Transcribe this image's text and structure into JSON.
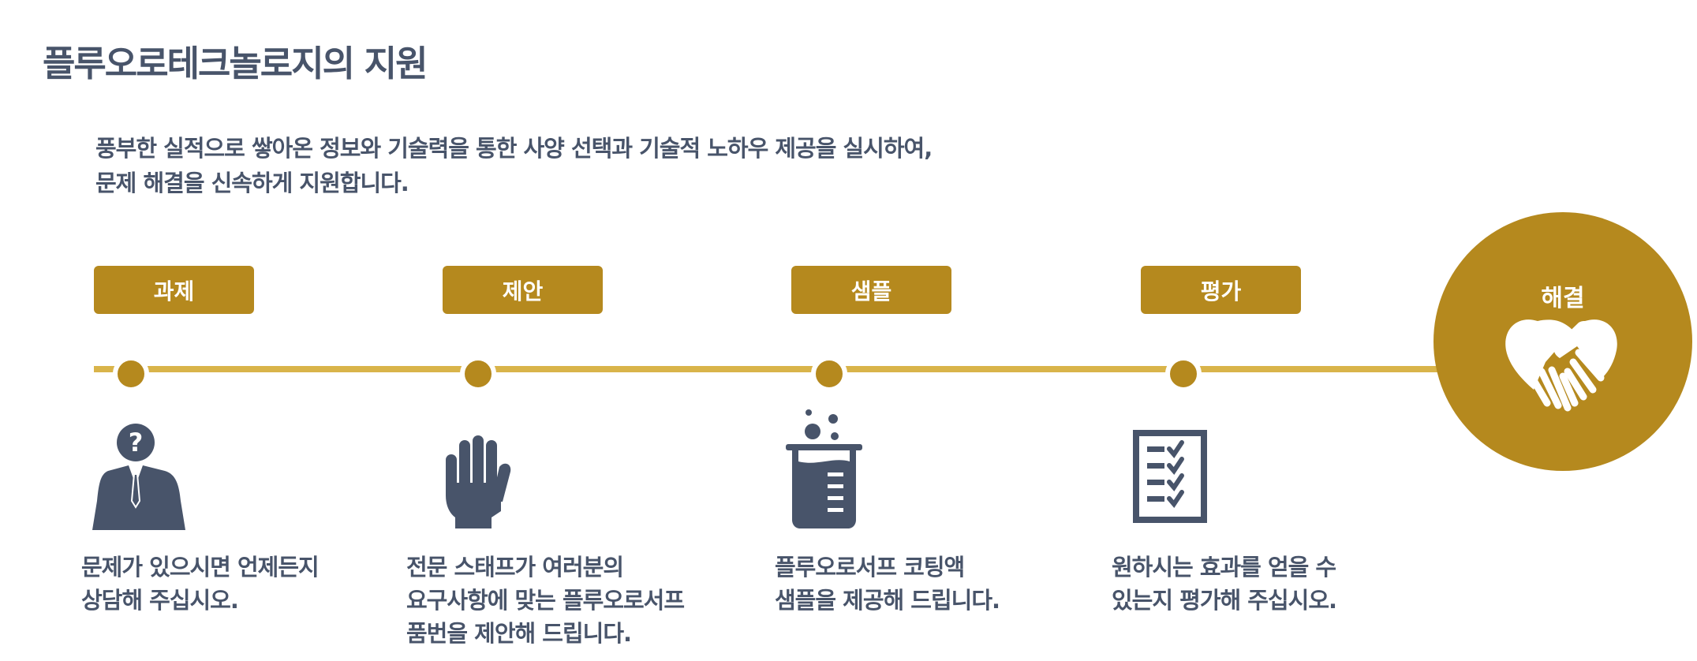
{
  "title": "플루오로테크놀로지의 지원",
  "intro": {
    "line1": "풍부한 실적으로 쌓아온 정보와 기술력을 통한 사양 선택과 기술적 노하우 제공을 실시하여,",
    "line2": "문제 해결을 신속하게 지원합니다."
  },
  "steps": [
    {
      "label": "과제",
      "icon": "consultant-question-icon",
      "desc": [
        "문제가 있으시면 언제든지",
        "상담해 주십시오."
      ]
    },
    {
      "label": "제안",
      "icon": "hand-icon",
      "desc": [
        "전문 스태프가 여러분의",
        "요구사항에 맞는 플루오로서프",
        "품번을 제안해 드립니다."
      ]
    },
    {
      "label": "샘플",
      "icon": "beaker-icon",
      "desc": [
        "플루오로서프 코팅액",
        "샘플을 제공해 드립니다."
      ]
    },
    {
      "label": "평가",
      "icon": "checklist-icon",
      "desc": [
        "원하시는 효과를 얻을 수",
        "있는지 평가해 주십시오."
      ]
    }
  ],
  "result": {
    "label": "해결",
    "icon": "handshake-heart-icon"
  },
  "colors": {
    "gold": "#b5891e",
    "line": "#d9b44a",
    "text": "#48546a"
  }
}
